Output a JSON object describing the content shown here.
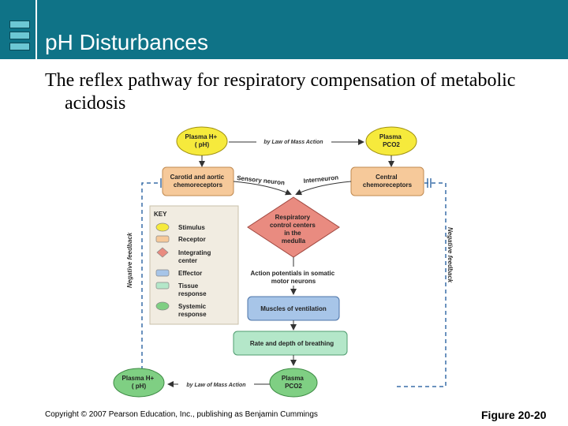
{
  "header": {
    "title": "pH Disturbances"
  },
  "subtitle": "The reflex pathway for respiratory compensation of metabolic acidosis",
  "diagram": {
    "stim_top_left": [
      "Plasma H",
      "+",
      "( p",
      "H)"
    ],
    "stim_top_left_lines": [
      "Plasma H+",
      "( pH)"
    ],
    "stim_top_right_lines": [
      "Plasma",
      "PCO2"
    ],
    "mass_action": "by Law of Mass Action",
    "carotid": [
      "Carotid and aortic",
      "chemoreceptors"
    ],
    "central": [
      "Central",
      "chemoreceptors"
    ],
    "sensory": "Sensory neuron",
    "interneuron": "Interneuron",
    "rcc": [
      "Respiratory",
      "control centers",
      "in the",
      "medulla"
    ],
    "action": [
      "Action potentials in somatic",
      "motor neurons"
    ],
    "muscles": "Muscles of ventilation",
    "rate": "Rate and depth of breathing",
    "neg_left": "Negative feedback",
    "neg_right": "Negative feedback",
    "stim_bottom_left_lines": [
      "Plasma H+",
      "( pH)"
    ],
    "stim_bottom_right_lines": [
      "Plasma",
      "PCO2"
    ],
    "key": {
      "title": "KEY",
      "items": [
        {
          "label": [
            "Stimulus"
          ],
          "color": "#f6ea3c",
          "shape": "ellipse"
        },
        {
          "label": [
            "Receptor"
          ],
          "color": "#f6c99a",
          "shape": "rect"
        },
        {
          "label": [
            "Integrating",
            "center"
          ],
          "color": "#e98b80",
          "shape": "diamond"
        },
        {
          "label": [
            "Effector"
          ],
          "color": "#a7c5e8",
          "shape": "rect"
        },
        {
          "label": [
            "Tissue",
            "response"
          ],
          "color": "#b4e7c9",
          "shape": "rect"
        },
        {
          "label": [
            "Systemic",
            "response"
          ],
          "color": "#7fcf83",
          "shape": "ellipse"
        }
      ]
    }
  },
  "copyright": "Copyright © 2007 Pearson Education, Inc., publishing as Benjamin Cummings",
  "figure": "Figure 20-20",
  "colors": {
    "header": "#0f7387",
    "stimulus": "#f6ea3c",
    "receptor": "#f6c99a",
    "integrating": "#e98b80",
    "effector": "#a7c5e8",
    "tissue": "#b4e7c9",
    "systemic": "#7fcf83"
  }
}
